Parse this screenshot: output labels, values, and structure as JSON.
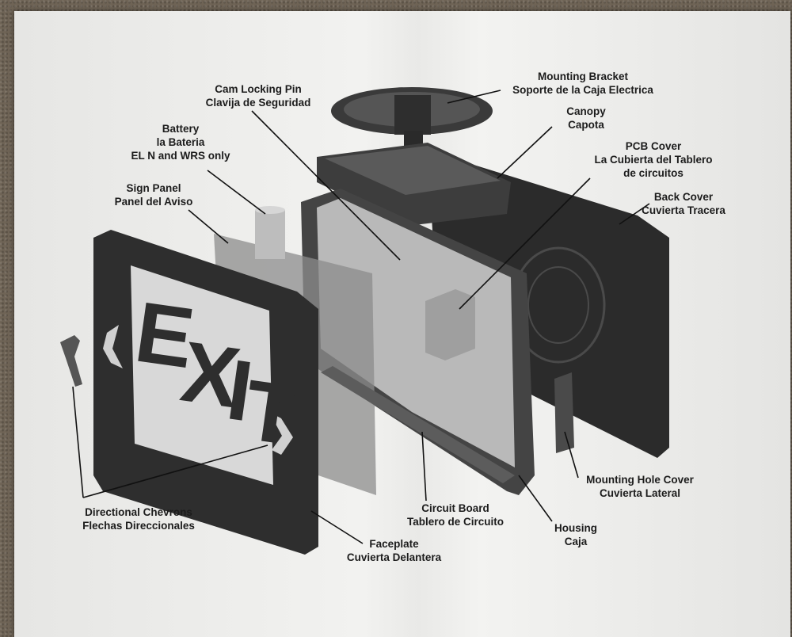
{
  "labels": {
    "mounting_bracket": [
      "Mounting Bracket",
      "Soporte de la Caja Electrica"
    ],
    "cam_locking_pin": [
      "Cam Locking Pin",
      "Clavija de Seguridad"
    ],
    "canopy": [
      "Canopy",
      "Capota"
    ],
    "battery": [
      "Battery",
      "la Bateria",
      "EL N and WRS only"
    ],
    "pcb_cover": [
      "PCB Cover",
      "La Cubierta del Tablero",
      "de circuitos"
    ],
    "back_cover": [
      "Back Cover",
      "Cuvierta Tracera"
    ],
    "sign_panel": [
      "Sign Panel",
      "Panel del Aviso"
    ],
    "mounting_hole_cover": [
      "Mounting Hole Cover",
      "Cuvierta Lateral"
    ],
    "directional_chevrons": [
      "Directional Chevrons",
      "Flechas Direccionales"
    ],
    "circuit_board": [
      "Circuit Board",
      "Tablero de Circuito"
    ],
    "housing": [
      "Housing",
      "Caja"
    ],
    "faceplate": [
      "Faceplate",
      "Cuvierta Delantera"
    ]
  },
  "sign_text": [
    "E",
    "X",
    "I",
    "T"
  ]
}
